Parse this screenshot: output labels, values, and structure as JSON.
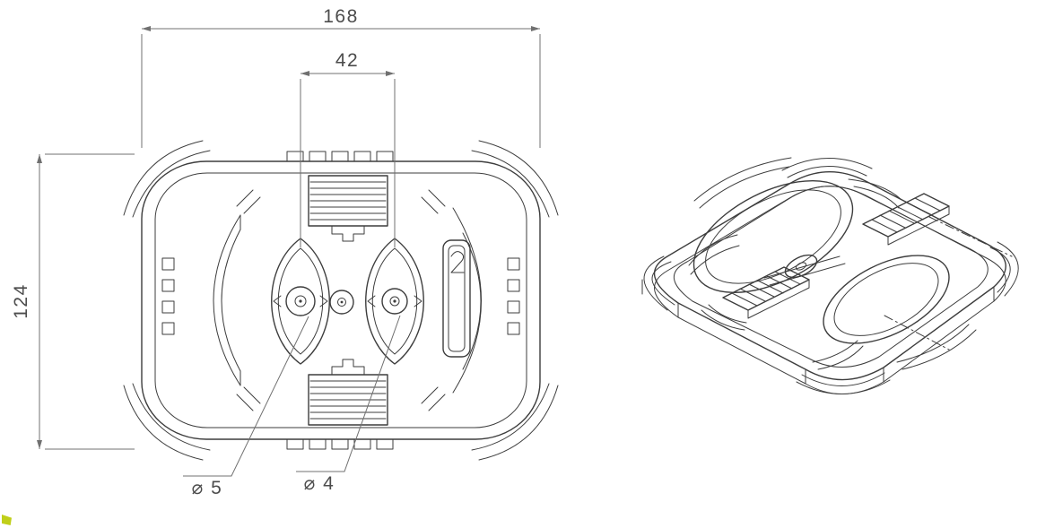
{
  "drawing": {
    "dimensions": {
      "total_width": "168",
      "hole_spacing": "42",
      "total_height": "124",
      "left_hole_diameter": "⌀ 5",
      "right_hole_diameter": "⌀ 4"
    },
    "colors": {
      "line": "#3d3d3d",
      "dimension": "#707070",
      "background": "#ffffff",
      "corner_mark": "#c0cf1a"
    }
  }
}
